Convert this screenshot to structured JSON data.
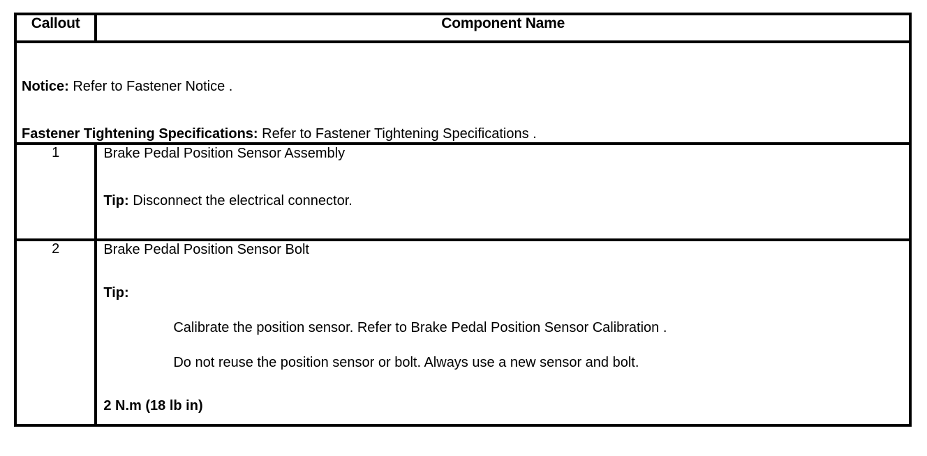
{
  "table": {
    "headers": {
      "callout": "Callout",
      "component_name": "Component Name"
    },
    "notice_row": {
      "notice_label": "Notice:",
      "notice_text": "Refer to Fastener Notice .",
      "fastener_label": "Fastener Tightening Specifications:",
      "fastener_text": "Refer to Fastener Tightening Specifications ."
    },
    "rows": [
      {
        "callout": "1",
        "title": "Brake Pedal Position Sensor Assembly",
        "tip_label": "Tip:",
        "tip_text": "Disconnect the electrical connector."
      },
      {
        "callout": "2",
        "title": "Brake Pedal Position Sensor Bolt",
        "tip_label": "Tip:",
        "tip_items": [
          "Calibrate the position sensor. Refer to Brake Pedal Position Sensor Calibration .",
          "Do not reuse the position sensor or bolt. Always use a new sensor and bolt."
        ],
        "torque": "2 N.m (18 lb in)"
      }
    ]
  },
  "colors": {
    "border": "#000000",
    "text": "#000000",
    "background": "#ffffff"
  }
}
